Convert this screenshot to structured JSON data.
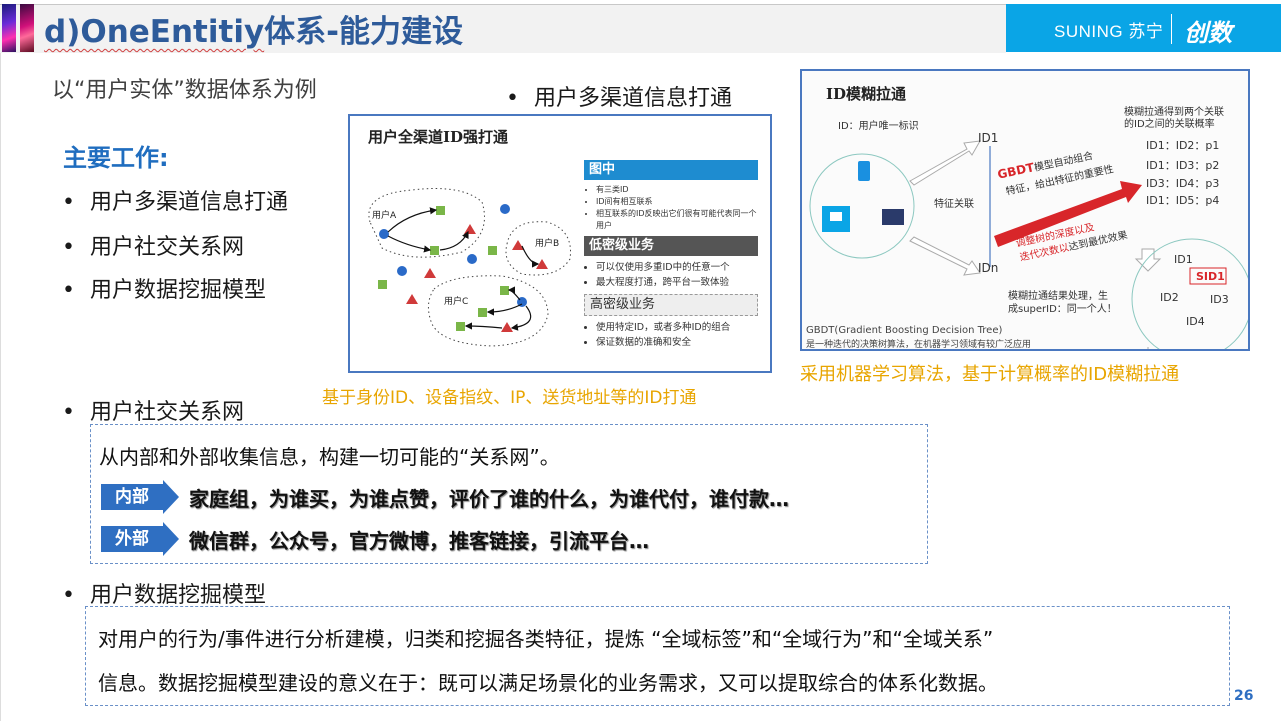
{
  "header": {
    "title_en": "d)OneEntitiy",
    "title_cn": "体系-能力建设",
    "brand_text": "SUNING 苏宁",
    "brand_logo": "创数",
    "brand_color": "#0aa5e6",
    "title_color": "#2e5b9a"
  },
  "intro": {
    "subtitle": "以“用户实体”数据体系为例",
    "main_heading": "主要工作:",
    "bullets": [
      "用户多渠道信息打通",
      "用户社交关系网",
      "用户数据挖掘模型"
    ],
    "top_right_bullet": "用户多渠道信息打通"
  },
  "figure1": {
    "title": "用户全渠道ID强打通",
    "users": [
      "用户A",
      "用户B",
      "用户C"
    ],
    "panel": {
      "section1_title": "图中",
      "section1_items": [
        "有三类ID",
        "ID间有相互联系",
        "相互联系的ID反映出它们很有可能代表同一个用户"
      ],
      "section2_title": "低密级业务",
      "section2_items": [
        "可以仅使用多重ID中的任意一个",
        "最大程度打通，跨平台一致体验"
      ],
      "section3_title": "高密级业务",
      "section3_items": [
        "使用特定ID，或者多种ID的组合",
        "保证数据的准确和安全"
      ]
    },
    "caption": "基于身份ID、设备指纹、IP、送货地址等的ID打通"
  },
  "figure2": {
    "title": "ID模糊拉通",
    "id_def": "ID：用户唯一标识",
    "id1": "ID1",
    "idn": "IDn",
    "feature_link": "特征关联",
    "gbdt_bold": "GBDT",
    "gbdt_line1": "模型自动组合",
    "gbdt_line2": "特征，给出特征的重要性",
    "tune_line1": "调整树的深度以及",
    "tune_line2_red": "迭代次数以",
    "tune_line2_black": "达到最优效果",
    "prob_title_1": "模糊拉通得到两个关联",
    "prob_title_2": "的ID之间的关联概率",
    "prob_pairs": [
      "ID1：ID2：p1",
      "ID1：ID3：p2",
      "ID3：ID4：p3",
      "ID1：ID5：p4"
    ],
    "result_text_1": "模糊拉通结果处理，生",
    "result_text_2": "成superID：同一个人！",
    "cluster_ids": [
      "ID1",
      "SID1",
      "ID2",
      "ID3",
      "ID4"
    ],
    "gbdt_def_1": "GBDT(Gradient Boosting Decision Tree)",
    "gbdt_def_2": "是一种迭代的决策树算法，在机器学习领域有较广泛应用",
    "caption": "采用机器学习算法，基于计算概率的ID模糊拉通"
  },
  "social": {
    "bullet": "用户社交关系网",
    "line1": "从内部和外部收集信息，构建一切可能的“关系网”。",
    "internal_tag": "内部",
    "internal_text": "家庭组，为谁买，为谁点赞，评价了谁的什么，为谁代付，谁付款…",
    "external_tag": "外部",
    "external_text": "微信群，公众号，官方微博，推客链接，引流平台…"
  },
  "mining": {
    "bullet": "用户数据挖掘模型",
    "line1": "对用户的行为/事件进行分析建模，归类和挖掘各类特征，提炼 “全域标签”和“全域行为”和“全域关系”",
    "line2": "信息。数据挖掘模型建设的意义在于：既可以满足场景化的业务需求，又可以提取综合的体系化数据。"
  },
  "page_number": "26",
  "colors": {
    "accent_blue": "#2f6fc2",
    "caption_gold": "#e8a500",
    "heading_blue": "#1f6dbf"
  }
}
